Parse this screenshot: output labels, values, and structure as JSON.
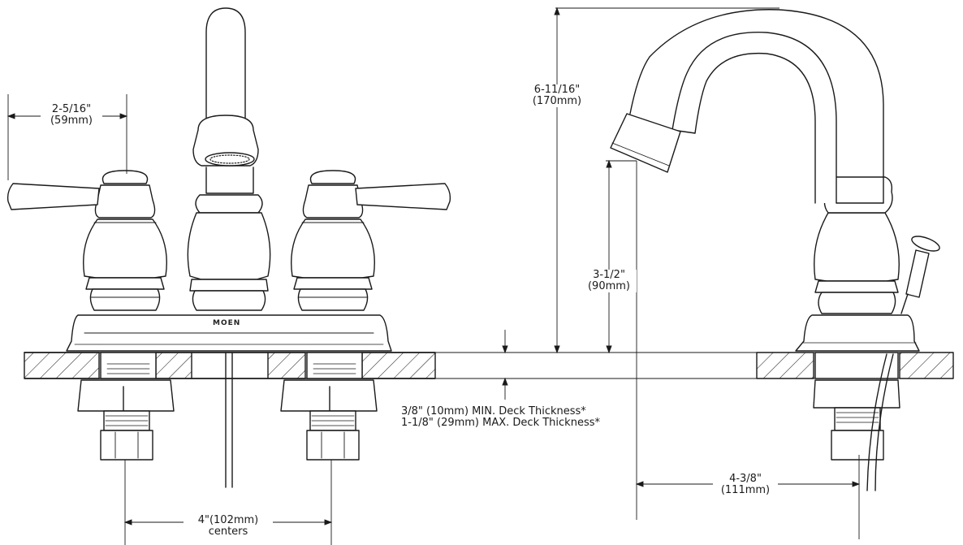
{
  "brand": "MOEN",
  "dimensions": {
    "handle_spread": {
      "imperial": "2-5/16\"",
      "metric": "(59mm)"
    },
    "spout_height": {
      "imperial": "6-11/16\"",
      "metric": "(170mm)"
    },
    "spout_clearance": {
      "imperial": "3-1/2\"",
      "metric": "(90mm)"
    },
    "spout_reach": {
      "imperial": "4-3/8\"",
      "metric": "(111mm)"
    },
    "centers": {
      "value": "4\"(102mm)",
      "label": "centers"
    }
  },
  "deck_notes": {
    "min": "3/8\" (10mm) MIN. Deck Thickness*",
    "max": "1-1/8\" (29mm) MAX. Deck Thickness*"
  }
}
